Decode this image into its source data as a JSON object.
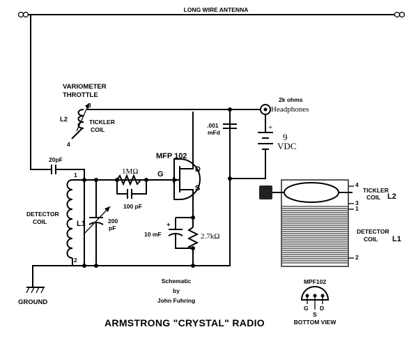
{
  "labels": {
    "antenna": "LONG WIRE ANTENNA",
    "variometer_line1": "VARIOMETER",
    "variometer_line2": "THROTTLE",
    "l2": "L2",
    "tickler_line1": "TICKLER",
    "tickler_line2": "COIL",
    "pin3_top": "3",
    "pin4_top": "4",
    "cap_20pf": "20pF",
    "pin1_left": "1",
    "pin2_left": "2",
    "detector_line1": "DETECTOR",
    "detector_line2": "COIL",
    "l1": "L1",
    "var_cap_line1": "200",
    "var_cap_line2": "pF",
    "res_1m": "1MΩ",
    "cap_100pf": "100 pF",
    "mosfet": "MFP 102",
    "gate": "G",
    "drain": "D",
    "source": "S",
    "cap_10mf": "10 mF",
    "res_27k": "2.7kΩ",
    "cap_001_line1": ".001",
    "cap_001_line2": "mFd",
    "headphones_line1": "2k ohms",
    "headphones_line2": "Headphones",
    "battery_plus": "+",
    "battery_line1": "9",
    "battery_line2": "VDC",
    "right_pin4": "4",
    "right_pin3": "3",
    "right_pin1": "1",
    "right_pin2": "2",
    "right_tickler_line1": "TICKLER",
    "right_tickler_line2": "COIL",
    "right_l2": "L2",
    "right_detector_line1": "DETECTOR",
    "right_detector_line2": "COIL",
    "right_l1": "L1",
    "ground": "GROUND",
    "credit_line1": "Schematic",
    "credit_line2": "by",
    "credit_line3": "John Fuhring",
    "pinout_part": "MPF102",
    "pinout_g": "G",
    "pinout_d": "D",
    "pinout_s": "S",
    "bottom_view": "BOTTOM VIEW",
    "title": "ARMSTRONG \"CRYSTAL\" RADIO"
  }
}
